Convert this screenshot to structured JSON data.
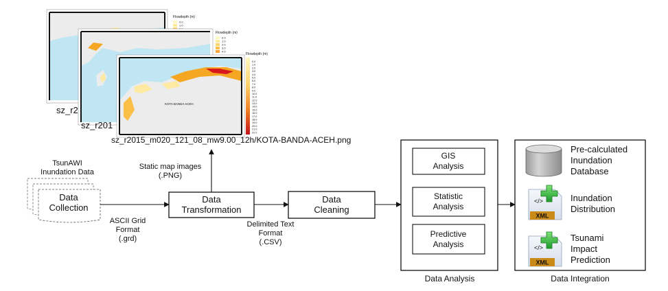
{
  "maps": {
    "back_caption": "sz_r20",
    "mid_caption": "sz_r201",
    "front_caption": "sz_r2015_m020_121_08_mw9.00_12h/KOTA-BANDA-ACEH.png",
    "legend_title": "Flowdepth (m)",
    "small_legend_values": [
      "0.0",
      "1.0",
      "2.0"
    ],
    "mid_legend_values": [
      "0.0",
      "1.0",
      "2.0",
      "3.0",
      "4.0"
    ],
    "front_legend_values": [
      "0.0",
      "1.0",
      "2.0",
      "3.0",
      "4.0",
      "5.0",
      "6.0",
      "7.0",
      "8.0",
      "9.0",
      "10.0",
      "11.0",
      "12.0",
      "13.0",
      "14.0",
      "15.0",
      "16.0",
      "17.0",
      "18.0",
      "19.0",
      "20.0",
      "21.0",
      "22.0"
    ],
    "front_place_label": "KOTA BANDA ACEH",
    "colors": {
      "sea": "#bfe6f2",
      "land": "#ececec",
      "low": "#fde9a0",
      "mid": "#f5a623",
      "high": "#d7191c"
    }
  },
  "source": {
    "line1": "TsunAWI",
    "line2": "Inundation Data",
    "label_line1": "Data",
    "label_line2": "Collection"
  },
  "edges": {
    "grd_line1": "ASCII Grid",
    "grd_line2": "Format",
    "grd_line3": "(.grd)",
    "png_line1": "Static map images",
    "png_line2": "(.PNG)",
    "csv_line1": "Delimited Text",
    "csv_line2": "Format",
    "csv_line3": "(.CSV)"
  },
  "transformation": {
    "line1": "Data",
    "line2": "Transformation"
  },
  "cleaning": {
    "line1": "Data",
    "line2": "Cleaning"
  },
  "analysis": {
    "title": "Data Analysis",
    "gis": {
      "line1": "GIS",
      "line2": "Analysis"
    },
    "statistic": {
      "line1": "Statistic",
      "line2": "Analysis"
    },
    "predictive": {
      "line1": "Predictive",
      "line2": "Analysis"
    }
  },
  "integration": {
    "title": "Data Integration",
    "db": {
      "line1": "Pre-calculated",
      "line2": "Inundation",
      "line3": "Database"
    },
    "dist": {
      "line1": "Inundation",
      "line2": "Distribution",
      "badge": "XML"
    },
    "impact": {
      "line1": "Tsunami",
      "line2": "Impact",
      "line3": "Prediction",
      "badge": "XML"
    }
  }
}
